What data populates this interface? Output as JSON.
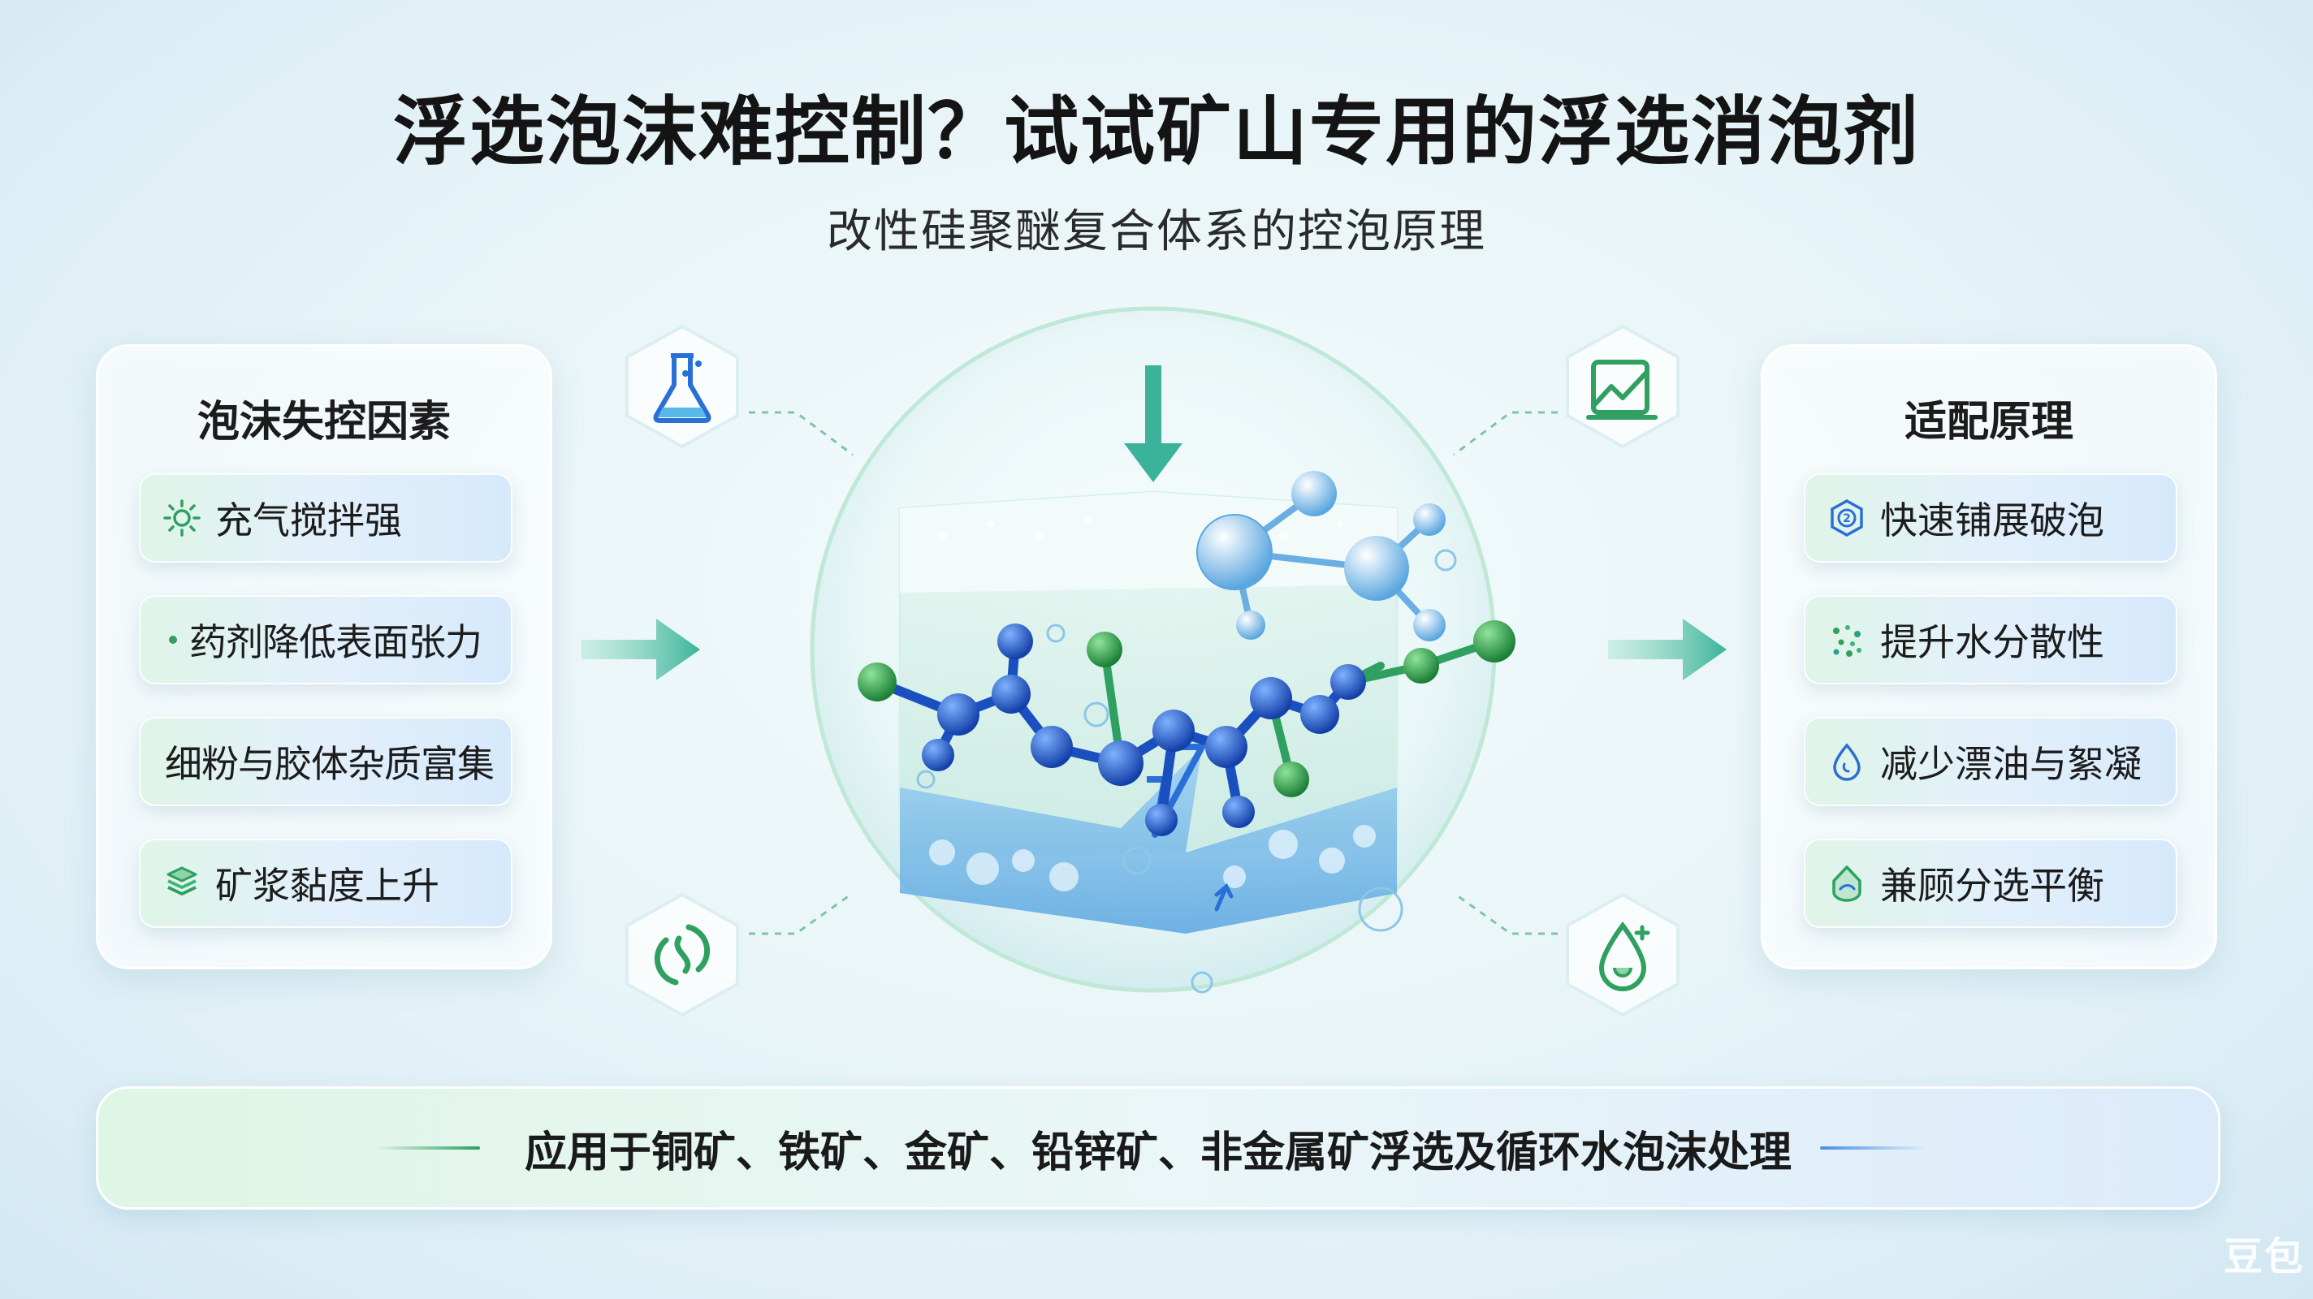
{
  "title": "浮选泡沫难控制？试试矿山专用的浮选消泡剂",
  "subtitle": "改性硅聚醚复合体系的控泡原理",
  "left_panel": {
    "title": "泡沫失控因素",
    "items": [
      {
        "label": "充气搅拌强",
        "icon": "sun-icon"
      },
      {
        "label": "药剂降低表面张力",
        "icon": "dot-icon"
      },
      {
        "label": "细粉与胶体杂质富集",
        "icon": ""
      },
      {
        "label": "矿浆黏度上升",
        "icon": "layers-icon"
      }
    ]
  },
  "right_panel": {
    "title": "适配原理",
    "items": [
      {
        "label": "快速铺展破泡",
        "icon": "hexagon-2-icon"
      },
      {
        "label": "提升水分散性",
        "icon": "scatter-dots-icon"
      },
      {
        "label": "减少漂油与絮凝",
        "icon": "droplet-icon"
      },
      {
        "label": "兼顾分选平衡",
        "icon": "drop-shield-icon"
      }
    ]
  },
  "bottom": {
    "text": "应用于铜矿、铁矿、金矿、铅锌矿、非金属矿浮选及循环水泡沫处理"
  },
  "watermark": "豆包",
  "colors": {
    "green": "#2fa060",
    "blue": "#2a6fd6",
    "teal": "#3bb3a6"
  }
}
